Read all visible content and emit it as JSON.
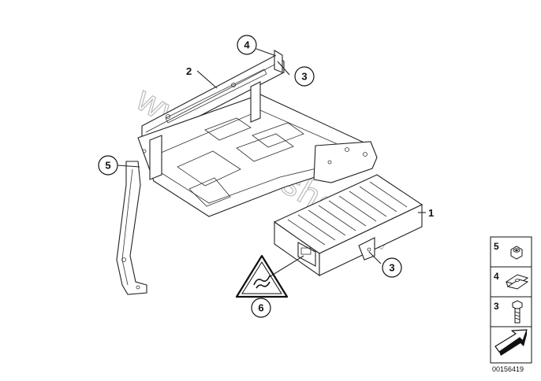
{
  "callouts": [
    {
      "id": "c1",
      "text": "1"
    },
    {
      "id": "c2",
      "text": "2"
    },
    {
      "id": "c3a",
      "text": "3"
    },
    {
      "id": "c3b",
      "text": "3"
    },
    {
      "id": "c4",
      "text": "4"
    },
    {
      "id": "c5",
      "text": "5"
    },
    {
      "id": "c6",
      "text": "6"
    }
  ],
  "legend": [
    {
      "number": "5",
      "part_icon": "hex-nut-icon"
    },
    {
      "number": "4",
      "part_icon": "spring-clip-nut-icon"
    },
    {
      "number": "3",
      "part_icon": "hex-bolt-icon"
    }
  ],
  "watermark": "www.bmwshop.pl",
  "document_id": "00156419",
  "nav_icon": "direction-arrow-icon",
  "colors": {
    "line": "#222222",
    "watermark": "#bbbbbb",
    "background": "#ffffff"
  }
}
